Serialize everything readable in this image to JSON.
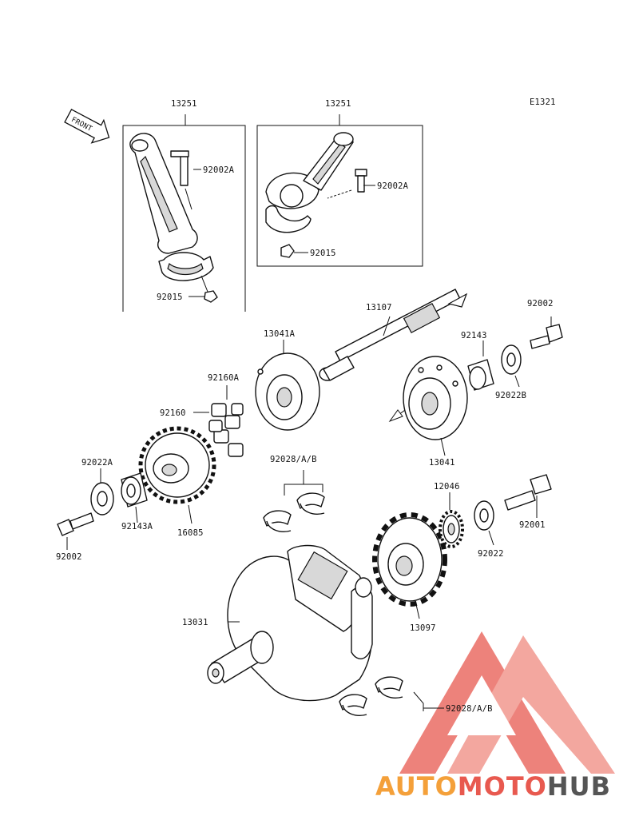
{
  "diagram": {
    "code": "E1321",
    "front_marker": "FRONT",
    "labels": {
      "rod_left_13251": "13251",
      "rod_right_13251": "13251",
      "bolt_left_92002A": "92002A",
      "bolt_right_92002A": "92002A",
      "nut_left_92015": "92015",
      "nut_right_92015": "92015",
      "shaft_13107": "13107",
      "bolt_92002_top": "92002",
      "collar_92143": "92143",
      "washer_92022B": "92022B",
      "damper_13041A": "13041A",
      "damper_13041": "13041",
      "rubber_92160A": "92160A",
      "rubber_92160": "92160",
      "bearing_set_top": "92028/A/B",
      "washer_92022A": "92022A",
      "collar_92143A": "92143A",
      "gear_16085": "16085",
      "bolt_92002_bottom": "92002",
      "gear_12046": "12046",
      "washer_92022": "92022",
      "bolt_92001": "92001",
      "sprocket_13097": "13097",
      "crankshaft_13031": "13031",
      "bearing_set_bottom": "92028/A/B"
    }
  },
  "watermark": {
    "brand_part1": "AUTO",
    "brand_part2": "MOTO",
    "brand_part3": "HUB",
    "color_logo": "#e8594f",
    "color_orange": "#f4a03a",
    "color_gray": "#555555"
  }
}
